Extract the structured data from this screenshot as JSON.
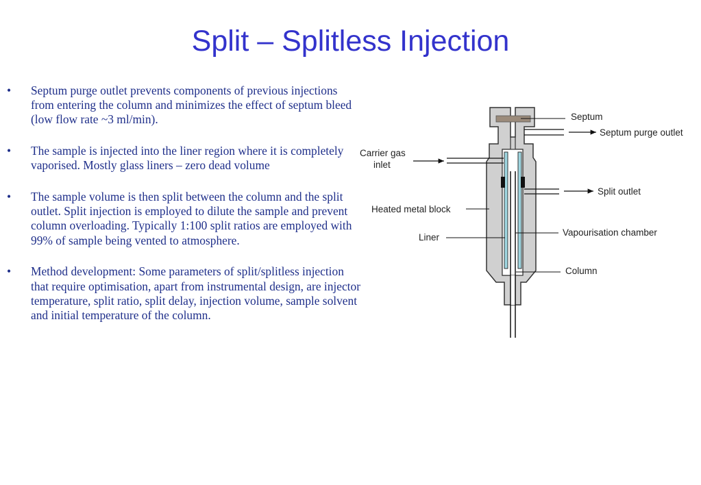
{
  "title": "Split – Splitless Injection",
  "bullets": [
    "Septum purge outlet prevents components of previous injections from entering the column and minimizes the effect of septum bleed (low flow rate ~3 ml/min).",
    "The sample is injected into the liner region where it is completely vaporised. Mostly glass liners – zero dead volume",
    "The sample volume is then split between the column and the split outlet. Split injection is employed to dilute the sample and prevent column overloading. Typically 1:100 split ratios are employed with 99% of sample being vented to atmosphere.",
    "Method development: Some parameters of split/splitless injection that require optimisation, apart from instrumental design, are injector temperature, split ratio, split delay, injection volume, sample solvent and initial temperature of the column."
  ],
  "bullet_marker": "•",
  "diagram": {
    "labels": {
      "septum": "Septum",
      "septum_purge_outlet": "Septum purge outlet",
      "carrier_gas_line1": "Carrier gas",
      "carrier_gas_line2": "inlet",
      "split_outlet": "Split outlet",
      "heated_metal_block": "Heated metal block",
      "vapourisation_chamber": "Vapourisation chamber",
      "liner": "Liner",
      "column": "Column"
    }
  },
  "colors": {
    "title": "#3333cc",
    "body_text": "#1f2f8a",
    "metal_block": "#d0d0d0",
    "liner": "#9fd6e0",
    "septum": "#9b8b7b"
  }
}
